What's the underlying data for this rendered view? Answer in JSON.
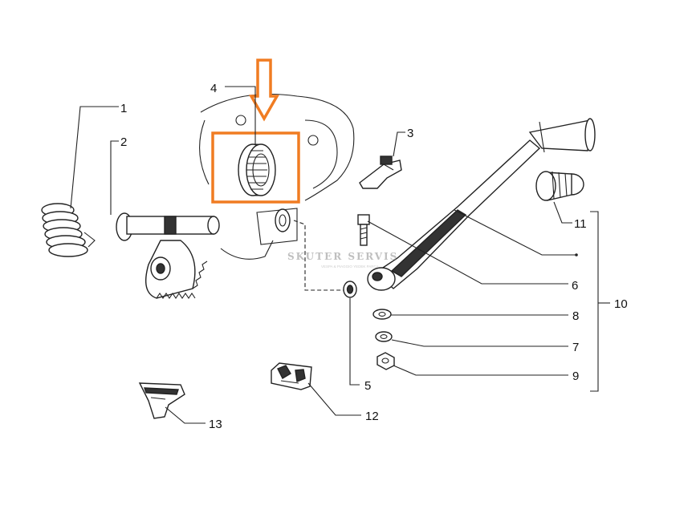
{
  "labels": {
    "p1": "1",
    "p2": "2",
    "p3": "3",
    "p4": "4",
    "p5": "5",
    "p6": "6",
    "p7": "7",
    "p8": "8",
    "p9": "9",
    "p10": "10",
    "p11": "11",
    "p12": "12",
    "p13": "13"
  },
  "watermark": {
    "title": "SKUTER SERVIS",
    "subtitle": "VESPA & PIAGGIO YEDEK PARCA"
  },
  "colors": {
    "highlight": "#f07c22",
    "ink": "#222222"
  },
  "icons": {
    "arrow": "arrow-down-icon"
  }
}
